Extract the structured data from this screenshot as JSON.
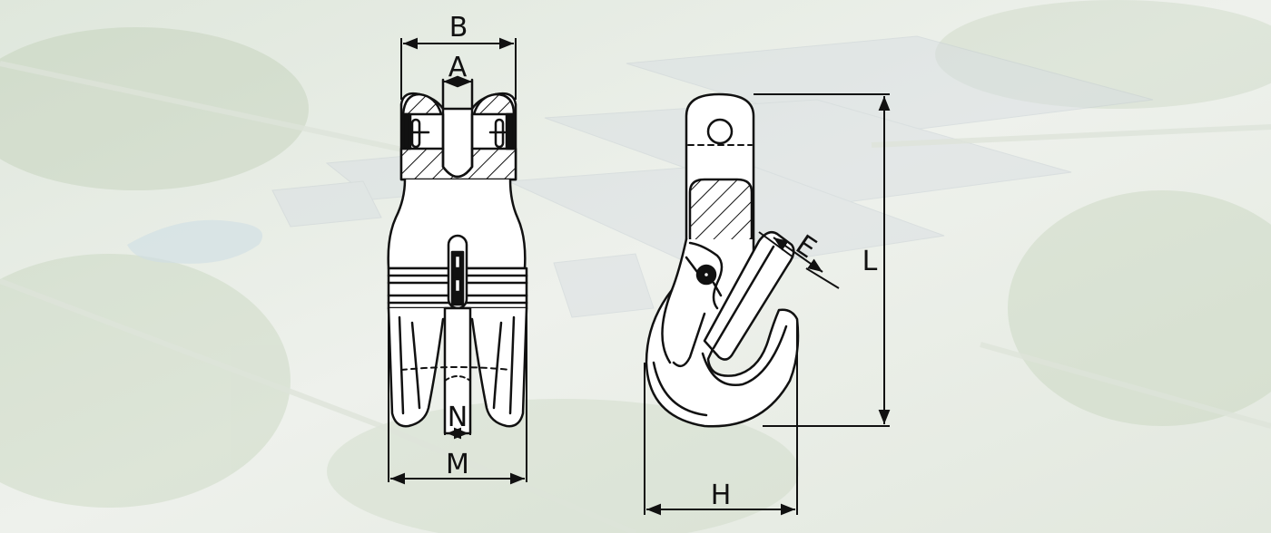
{
  "dimensions": {
    "B": "B",
    "A": "A",
    "N": "N",
    "M": "M",
    "E": "E",
    "L": "L",
    "H": "H"
  },
  "colors": {
    "background_tint": "#e9eee6",
    "line": "#111111",
    "hatch": "#111111"
  }
}
